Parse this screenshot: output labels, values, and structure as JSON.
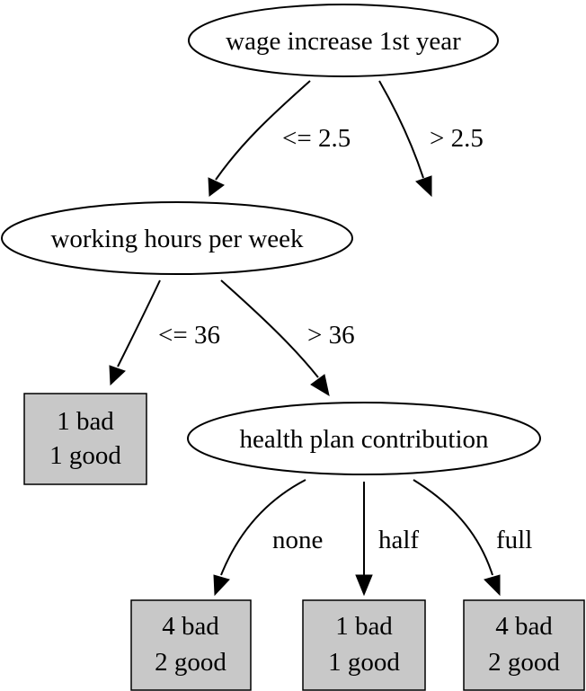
{
  "nodes": {
    "wage": "wage increase 1st year",
    "hours": "working hours per week",
    "health": "health plan contribution"
  },
  "edges": {
    "wage_le": "<= 2.5",
    "wage_gt": "> 2.5",
    "hours_le": "<= 36",
    "hours_gt": "> 36",
    "health_none": "none",
    "health_half": "half",
    "health_full": "full"
  },
  "leaves": {
    "hours_le": {
      "bad": "1 bad",
      "good": "1 good"
    },
    "health_none": {
      "bad": "4 bad",
      "good": "2 good"
    },
    "health_half": {
      "bad": "1 bad",
      "good": "1 good"
    },
    "health_full": {
      "bad": "4 bad",
      "good": "2 good"
    }
  }
}
